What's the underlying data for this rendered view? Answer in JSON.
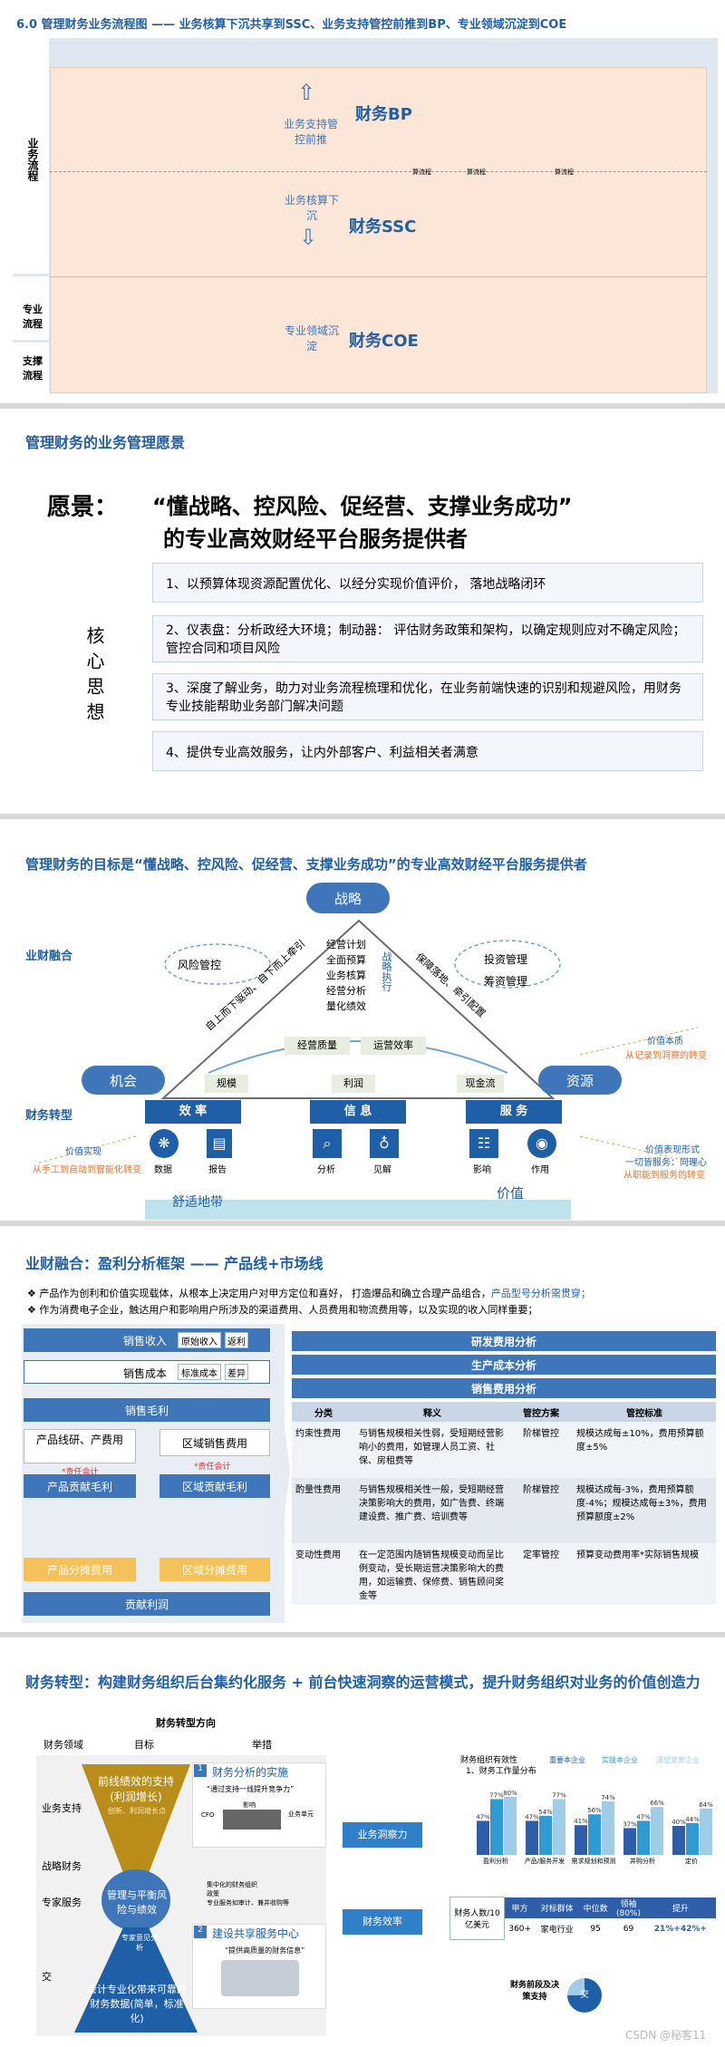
{
  "p1": {
    "title": "6.0 管理财务业务流程图 —— 业务核算下沉共享到SSC、业务支持管控前推到BP、专业领域沉淀到COE",
    "left": [
      "业务流程",
      "专业流程",
      "支撑流程"
    ],
    "bp_text": "业务支持管控前推",
    "bp_label": "财务BP",
    "ssc_text": "业务核算下沉",
    "ssc_label": "财务SSC",
    "coe_text": "专业领域沉淀",
    "coe_label": "财务COE",
    "tiny": [
      "算流程",
      "算流程",
      "算流程"
    ]
  },
  "p2": {
    "title": "管理财务的业务管理愿景",
    "vision_label": "愿景：",
    "vision_line1": "“懂战略、控风险、促经营、支撑业务成功”",
    "vision_line2": "的专业高效财经平台服务提供者",
    "core": "核心思想",
    "items": [
      "1、以预算体现资源配置优化、以经分实现价值评价，    落地战略闭环",
      "2、仪表盘：分析政经大环境；制动器：   评估财务政策和架构，以确定规则应对不确定风险；管控合同和项目风险",
      "3、深度了解业务，助力对业务流程梳理和优化，在业务前端快速的识别和规避风险，用财务专业技能帮助业务部门解决问题",
      "4、提供专业高效服务，让内外部客户、利益相关者满意"
    ]
  },
  "p3": {
    "title": "管理财务的目标是“懂战略、控风险、促经营、支撑业务成功”的专业高效财经平台服务提供者",
    "strategy": "战略",
    "opportunity": "机会",
    "resource": "资源",
    "left_section1": "业财融合",
    "left_section2": "财务转型",
    "risk": "风险管控",
    "invest": "投资管理",
    "fund": "筹资管理",
    "left_diag": "自上而下驱动、自下而上牵引",
    "right_diag": "保障落地、牵引配置",
    "inner": [
      "经营计划",
      "全面预算",
      "业务核算",
      "经营分析",
      "量化绩效"
    ],
    "exec": "战略执行",
    "mid": [
      "经营质量",
      "运营效率"
    ],
    "base": [
      "规模",
      "利润",
      "现金流"
    ],
    "tiles": [
      {
        "t": "效 率",
        "a": "数据",
        "b": "报告"
      },
      {
        "t": "信 息",
        "a": "分析",
        "b": "见解"
      },
      {
        "t": "服 务",
        "a": "影响",
        "b": "作用"
      }
    ],
    "comfort": "舒适地带",
    "value": "价值",
    "left_note1": "价值实现",
    "left_note2": "从手工到自动到智能化转变",
    "right_note1": "价值本质",
    "right_note2": "从记录到洞察的转变",
    "right_note3": "价值表现形式",
    "right_note4": "一切皆服务：同理心",
    "right_note5": "从职能到服务的转变"
  },
  "p4": {
    "title": "业财融合：盈利分析框架 —— 产品线+市场线",
    "bullet1": "产品作为创利和价值实现载体，从根本上决定用户对甲方定位和喜好，   打造爆品和确立合理产品组合，",
    "bullet1b": "产品型号分析需贯穿；",
    "bullet2": "作为消费电子企业，触达用户和影响用户所涉及的渠道费用、人员费用和物流费用等，以及实现的收入同样重要；",
    "sales_rev": "销售收入",
    "orig": "原始收入",
    "rebate": "返利",
    "sales_cost": "销售成本",
    "std": "标准成本",
    "var": "差异",
    "gross": "销售毛利",
    "pl": "产品线研、产费用",
    "pl_note": "*责任会计",
    "region_fee": "区域销售费用",
    "region_note": "*责任会计",
    "pl_profit": "产品贡献毛利",
    "region_profit": "区域贡献毛利",
    "pl_alloc": "产品分摊费用",
    "region_alloc": "区域分摊费用",
    "contrib": "贡献利润",
    "right_bars": [
      "研发费用分析",
      "生产成本分析",
      "销售费用分析"
    ],
    "table_head": [
      "分类",
      "释义",
      "管控方案",
      "管控标准"
    ],
    "rows": [
      [
        "约束性费用",
        "与销售规模相关性弱，受短期经营影响小的费用，如管理人员工资、社保、房租费等",
        "阶梯管控",
        "规模达成每±10%，费用预算额度±5%"
      ],
      [
        "酌量性费用",
        "与销售规模相关性一般，受短期经营决策影响大的费用，如广告费、终端建设费、推广费、培训费等",
        "阶梯管控",
        "规模达成每-3%，费用预算额度-4%；规模达成每±3%，费用预算额度±2%"
      ],
      [
        "变动性费用",
        "在一定范围内随销售规模变动而呈比例变动，受长期运营决策影响大的费用，如运输费、保修费、销售顾问奖金等",
        "定率管控",
        "预算变动费用率*实际销售规模"
      ]
    ]
  },
  "p5": {
    "title": "财务转型：构建财务组织后台集约化服务 + 前台快速洞察的运营模式，提升财务组织对业务的价值创造力",
    "dir": "财务转型方向",
    "heads": [
      "财务领域",
      "目标",
      "举措"
    ],
    "rows": [
      "业务支持",
      "战略财务",
      "专家服务",
      "交"
    ],
    "funnel1": "前线绩效的支持(利润增长)",
    "funnel1b": "创新、利润增长点",
    "funnel2": "管理与平衡风险与绩效",
    "funnel2b": "专家意见分析",
    "funnel3": "会计专业化带来可靠的财务数据(简单，标准化)",
    "step1": "财务分析的实施",
    "step1q": "“通过支持一线提升竞争力”",
    "step1n": [
      "影响",
      "CFO",
      "业务单元"
    ],
    "step2": "建设共享服务中心",
    "step2q": "“提供高质量的财务信息”",
    "mid_bullets": [
      "集中化的财务组织",
      "政策",
      "专业服务如审计、兼并收购等"
    ],
    "insight": "业务洞察力",
    "efficiency": "财务效率",
    "chart_title1": "财务组织有效性",
    "chart_title2": "1、财务工作量分布",
    "legend": [
      "重要本企业",
      "实践本企业",
      "渴望变革企业"
    ],
    "cats": [
      "盈利分析",
      "产品/服务开发",
      "需求规划和预测",
      "并购分析",
      "定价"
    ],
    "chart_data": {
      "type": "bar",
      "categories": [
        "盈利分析",
        "产品/服务开发",
        "需求规划和预测",
        "并购分析",
        "定价"
      ],
      "series": [
        {
          "name": "重要本企业",
          "values": [
            47,
            47,
            41,
            37,
            40
          ]
        },
        {
          "name": "实践本企业",
          "values": [
            77,
            54,
            56,
            47,
            44
          ]
        },
        {
          "name": "渴望变革企业",
          "values": [
            80,
            77,
            74,
            66,
            64
          ]
        }
      ],
      "ylim": [
        0,
        100
      ]
    },
    "t_head": [
      "财务人数/10亿美元",
      "甲方",
      "对标群体",
      "中位数",
      "领袖",
      "提升"
    ],
    "t_head2": "(80%)",
    "t_row": [
      "",
      "360+",
      "家电行业",
      "95",
      "69",
      "21%+42%+"
    ],
    "pie_label": "财务前段及决策支持",
    "pie_c": "交",
    "watermark": "CSDN @秘客11"
  }
}
